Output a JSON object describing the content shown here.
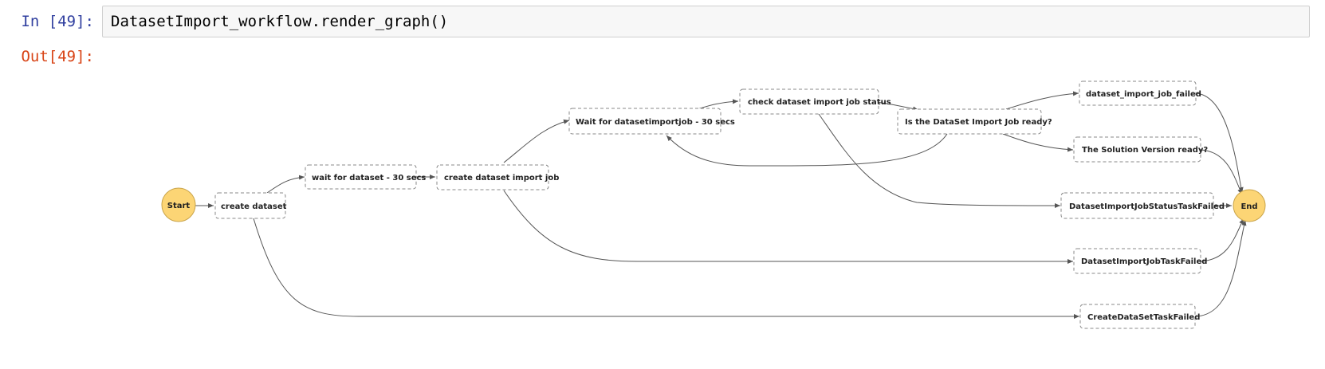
{
  "cell": {
    "in_prompt": "In [49]:",
    "out_prompt": "Out[49]:",
    "code": "DatasetImport_workflow.render_graph()"
  },
  "graph": {
    "nodes": {
      "start": "Start",
      "end": "End",
      "create_dataset": "create dataset",
      "wait_dataset": "wait for dataset - 30 secs",
      "create_import_job": "create dataset import job",
      "wait_import_job": "Wait for datasetimportjob - 30 secs",
      "check_status": "check dataset import job status",
      "is_ready": "Is the DataSet Import Job ready?",
      "job_failed": "dataset_import_job_failed",
      "solution_ready": "The Solution Version ready?",
      "status_task_failed": "DatasetImportJobStatusTaskFailed",
      "job_task_failed": "DatasetImportJobTaskFailed",
      "create_task_failed": "CreateDataSetTaskFailed"
    }
  }
}
